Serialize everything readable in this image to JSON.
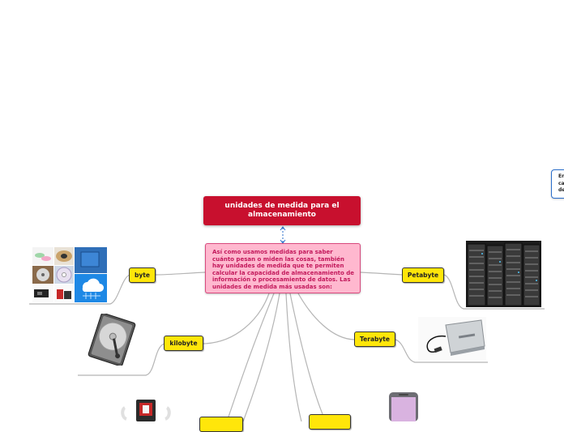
{
  "map": {
    "central_title": "unidades de medida para el almacenamiento",
    "description": "Así como usamos medidas para saber cuánto pesan o miden las cosas, también hay unidades de medida que te permiten calcular la capacidad de almacenamiento de información o procesamiento de datos. Las unidades de medida más usadas son:",
    "side_card_text": "En\nca\nde",
    "units": [
      {
        "label": "byte",
        "image_icon": "storage-media-collage-icon"
      },
      {
        "label": "kilobyte",
        "image_icon": "hard-drive-icon"
      },
      {
        "label": "Petabyte",
        "image_icon": "server-racks-icon"
      },
      {
        "label": "Terabyte",
        "image_icon": "external-drive-icon"
      }
    ],
    "partial_images": [
      "mp3-player-icon",
      "smartphone-icon"
    ]
  },
  "colors": {
    "title_bg": "#c8102e",
    "description_bg": "#ffb8cf",
    "description_text": "#c2185b",
    "unit_bg": "#ffe60a",
    "connector": "#b0b0b0",
    "dashed_link": "#2a6ecb"
  }
}
